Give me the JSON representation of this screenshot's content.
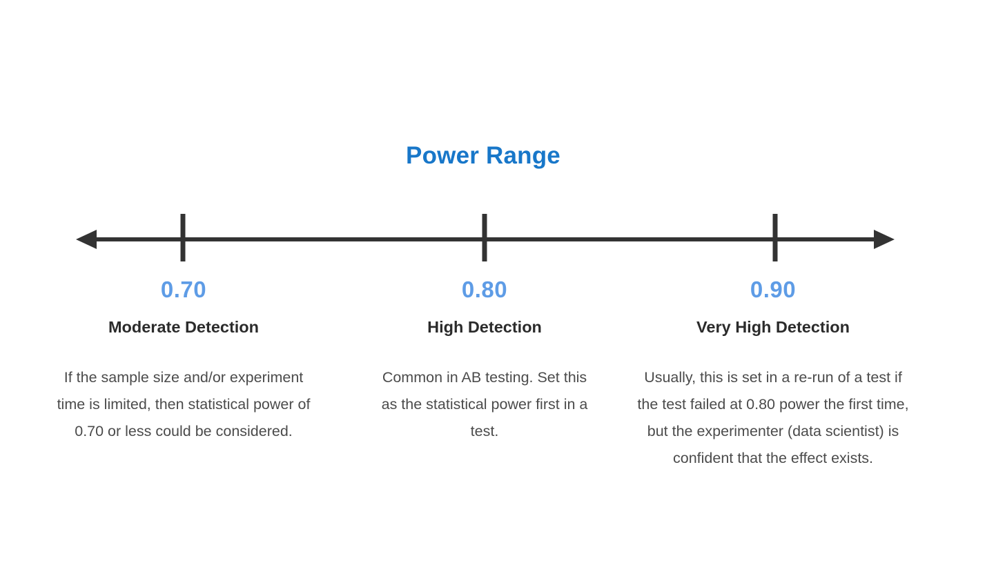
{
  "chart_data": {
    "type": "scatter",
    "title": "Power Range",
    "xlabel": "",
    "ylabel": "",
    "axis": {
      "orientation": "horizontal",
      "double_headed_arrow": true,
      "grid": false,
      "tick_values": [
        "0.70",
        "0.80",
        "0.90"
      ],
      "line_color": "#333333"
    },
    "x": [
      0.7,
      0.8,
      0.9
    ],
    "categories": [
      "Moderate Detection",
      "High Detection",
      "Very High Detection"
    ],
    "values": [
      0.7,
      0.8,
      0.9
    ],
    "annotations": [
      "If the sample size and/or experiment time is limited, then statistical power of 0.70 or less could be considered.",
      "Common in AB testing. Set this as the statistical power first in a test.",
      "Usually, this is set in a re-run of a test if the test failed at 0.80 power the first time, but the experimenter (data scientist) is confident that the effect exists."
    ],
    "legend": null
  },
  "colors": {
    "title": "#1877c9",
    "value": "#5e9ce6",
    "label": "#2b2b2b",
    "description": "#4b4b4b",
    "axis": "#333333",
    "background": "#ffffff"
  },
  "header": {
    "title": "Power Range"
  },
  "scale_points": [
    {
      "value": "0.70",
      "label": "Moderate Detection",
      "description": "If the sample size and/or experiment time is limited, then statistical power of 0.70 or less could be considered."
    },
    {
      "value": "0.80",
      "label": "High Detection",
      "description": "Common in AB testing. Set this as the statistical power first in a test."
    },
    {
      "value": "0.90",
      "label": "Very High Detection",
      "description": "Usually, this is set in a re-run of a test if the test failed at 0.80 power the first time, but the experimenter (data scientist) is confident that the effect exists."
    }
  ]
}
